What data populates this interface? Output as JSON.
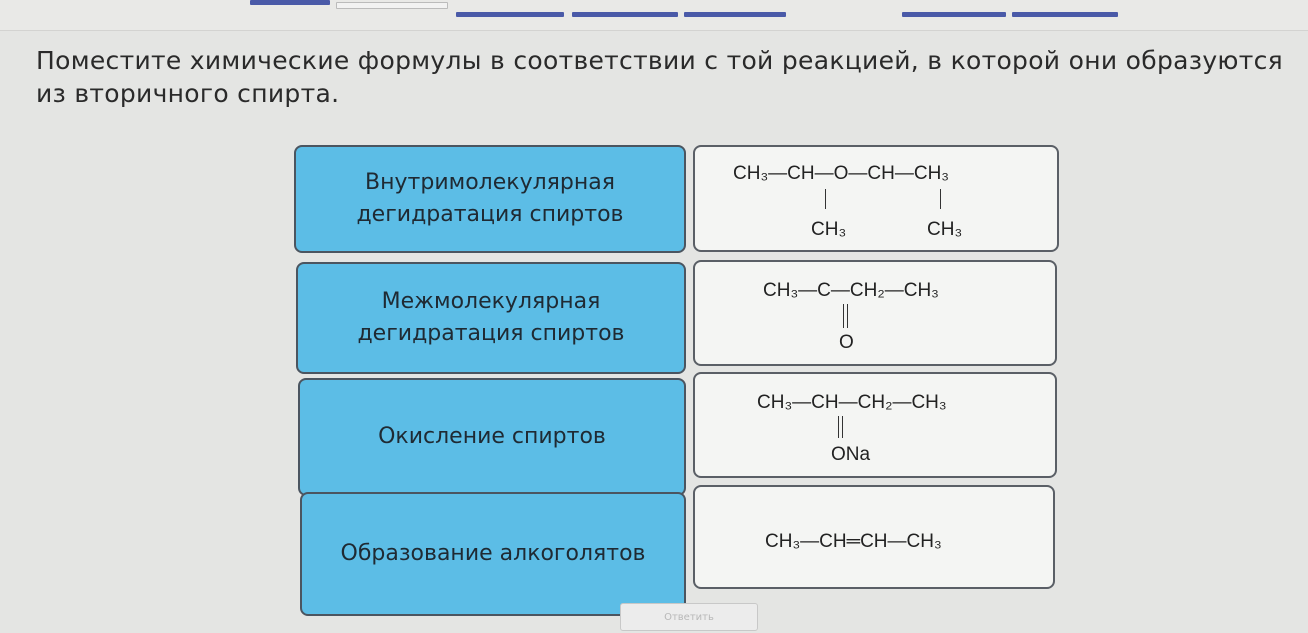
{
  "question": "Поместите химические формулы в соответствии с той реакцией, в которой они образуются из вторичного спирта.",
  "reactions": [
    "Внутримолекулярная дегидратация спиртов",
    "Межмолекулярная дегидратация спиртов",
    "Окисление спиртов",
    "Образование алкоголятов"
  ],
  "formulas": [
    {
      "main": "CH₃—CH—O—CH—CH₃",
      "sub1": "CH₃",
      "sub2": "CH₃"
    },
    {
      "main": "CH₃—C—CH₂—CH₃",
      "sub1": "O"
    },
    {
      "main": "CH₃—CH—CH₂—CH₃",
      "sub1": "ONa"
    },
    {
      "main": "CH₃—CH═CH—CH₃"
    }
  ],
  "answer_button": "Ответить",
  "colors": {
    "card": "#5cbde6",
    "progress": "#4a5aa8"
  }
}
